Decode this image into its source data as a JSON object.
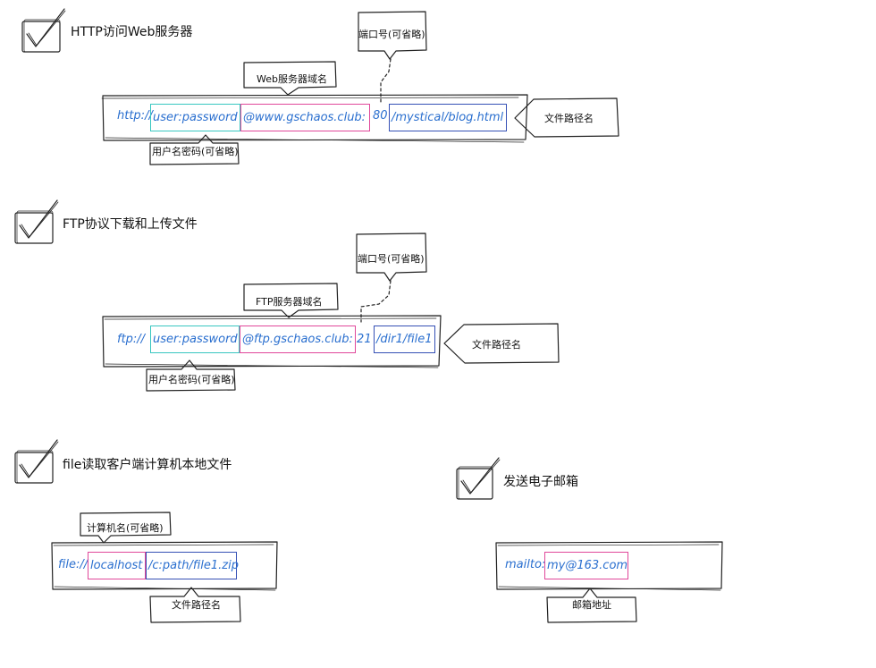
{
  "http": {
    "title": "HTTP访问Web服务器",
    "scheme": "http://",
    "auth": "user:password",
    "host": "@www.gschaos.club:",
    "port": "80",
    "path": "/mystical/blog.html",
    "host_callout": "Web服务器域名",
    "port_callout": "端口号(可省略)",
    "path_callout": "文件路径名",
    "auth_callout": "用户名密码(可省略)"
  },
  "ftp": {
    "title": "FTP协议下载和上传文件",
    "scheme": "ftp://",
    "auth": "user:password",
    "host": "@ftp.gschaos.club: 21",
    "path": "/dir1/file1",
    "host_callout": "FTP服务器域名",
    "port_callout": "端口号(可省略)",
    "path_callout": "文件路径名",
    "auth_callout": "用户名密码(可省略)"
  },
  "file": {
    "title": "file读取客户端计算机本地文件",
    "scheme": "file://",
    "host": "localhost",
    "path": "/c:path/file1.zip",
    "host_callout": "计算机名(可省略)",
    "path_callout": "文件路径名"
  },
  "mail": {
    "title": "发送电子邮箱",
    "scheme": "mailto:",
    "address": "my@163.com",
    "address_callout": "邮箱地址"
  },
  "colors": {
    "cyan": "#38c7c0",
    "pink": "#e0479a",
    "blue": "#3550b5",
    "url_text": "#2a6fcf"
  }
}
